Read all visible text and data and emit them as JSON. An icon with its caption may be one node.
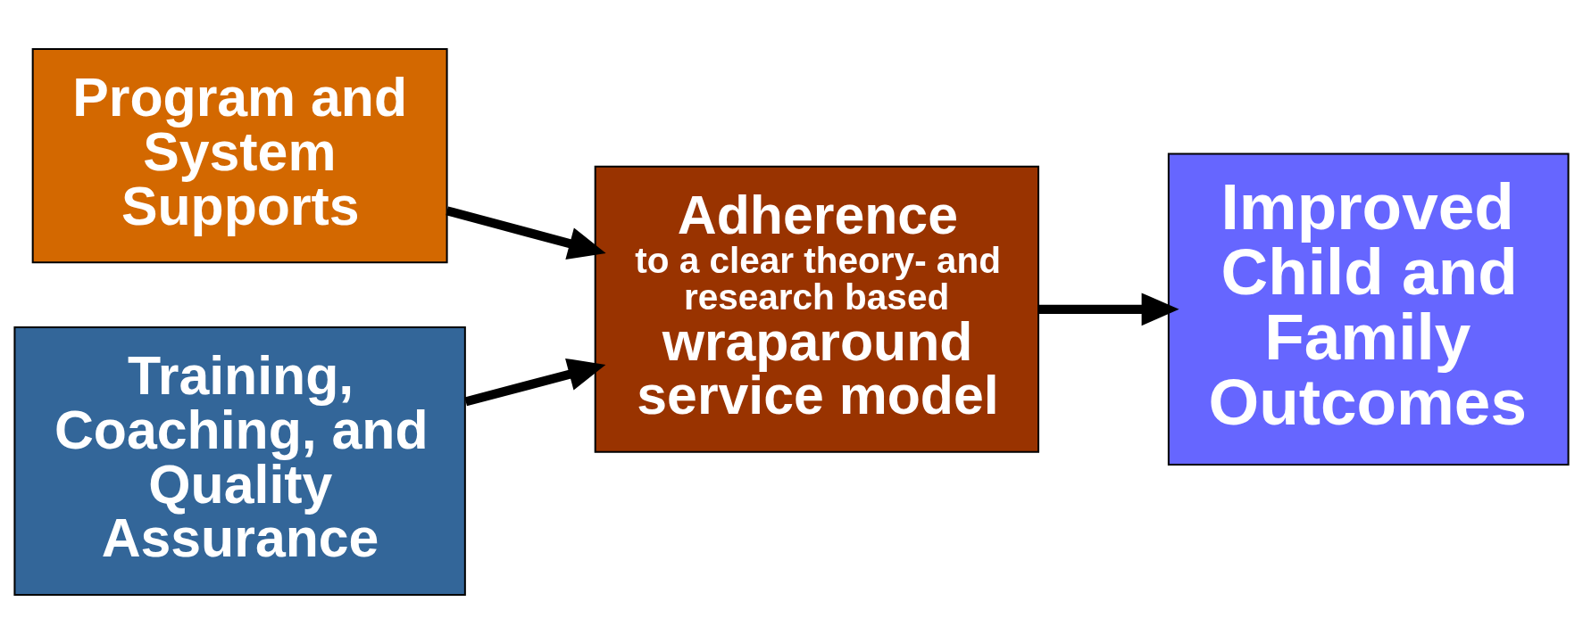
{
  "diagram": {
    "nodes": [
      {
        "text": [
          "Program and System Supports"
        ]
      },
      {
        "text": [
          "Training, Coaching, and Quality Assurance"
        ]
      },
      {
        "text": [
          "Adherence",
          "to a clear theory- and research based",
          "wraparound service model"
        ]
      },
      {
        "text": [
          "Improved Child and Family Outcomes"
        ]
      }
    ],
    "edges": [
      {
        "from": 0,
        "to": 2,
        "arrow": "to"
      },
      {
        "from": 1,
        "to": 2,
        "arrow": "to"
      },
      {
        "from": 2,
        "to": 3,
        "arrow": "to"
      }
    ]
  }
}
